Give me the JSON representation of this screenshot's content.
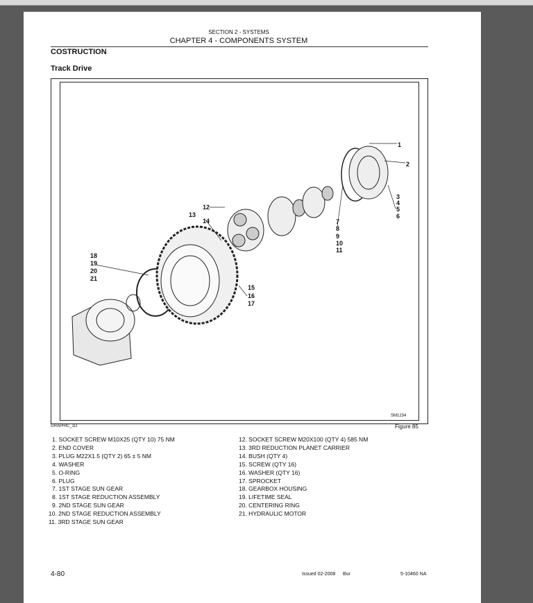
{
  "header": {
    "section": "SECTION 2 - SYSTEMS",
    "chapter": "CHAPTER 4 - COMPONENTS SYSTEM"
  },
  "headings": {
    "main": "COSTRUCTION",
    "sub": "Track Drive"
  },
  "figure": {
    "code": "SM1234",
    "graphic_id": "GRAPHIC_1D",
    "caption": "Figure 85",
    "callouts": [
      "1",
      "2",
      "3",
      "4",
      "5",
      "6",
      "7",
      "8",
      "9",
      "10",
      "11",
      "12",
      "13",
      "14",
      "15",
      "16",
      "17",
      "18",
      "19",
      "20",
      "21"
    ]
  },
  "legend": {
    "left": [
      "1. SOCKET SCREW M10X25 (QTY 10) 75 NM",
      "2. END COVER",
      "3. PLUG M22X1.5 (QTY 2) 65 ± 5 NM",
      "4. WASHER",
      "5. O-RING",
      "6. PLUG",
      "7. 1ST STAGE SUN GEAR",
      "8. 1ST STAGE REDUCTION ASSEMBLY",
      "9. 2ND STAGE SUN GEAR",
      "10. 2ND STAGE REDUCTION ASSEMBLY",
      "11. 3RD STAGE SUN GEAR"
    ],
    "right": [
      "12. SOCKET SCREW M20X100 (QTY 4) 585 NM",
      "13. 3RD REDUCTION PLANET CARRIER",
      "14. BUSH (QTY 4)",
      "15. SCREW (QTY 16)",
      "16. WASHER (QTY 16)",
      "17. SPROCKET",
      "18. GEARBOX HOUSING",
      "19. LIFETIME SEAL",
      "20. CENTERING RING",
      "21. HYDRAULIC MOTOR"
    ]
  },
  "footer": {
    "page": "4-80",
    "issued": "Issued 02-2008",
    "bur": "Bur",
    "docnum": "5-10460 NA"
  }
}
